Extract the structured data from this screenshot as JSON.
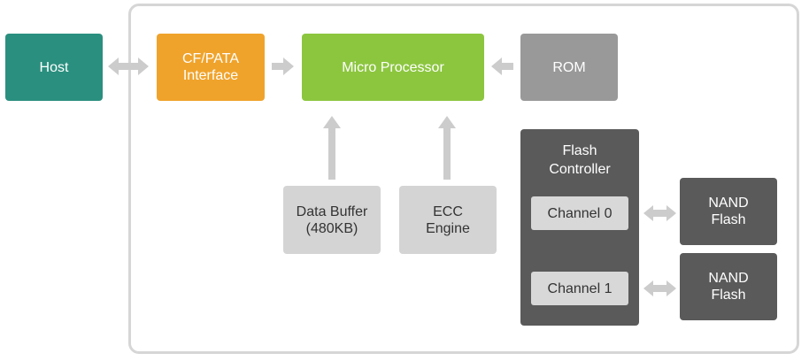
{
  "diagram": {
    "host": "Host",
    "cf_pata": "CF/PATA\nInterface",
    "micro_processor": "Micro Processor",
    "rom": "ROM",
    "data_buffer": "Data Buffer\n(480KB)",
    "ecc_engine": "ECC\nEngine",
    "flash_controller": "Flash\nController",
    "channel_0": "Channel 0",
    "channel_1": "Channel 1",
    "nand_flash_0": "NAND\nFlash",
    "nand_flash_1": "NAND\nFlash"
  },
  "colors": {
    "host": "#2a8f7f",
    "cf_pata": "#f0a32b",
    "micro_processor": "#8cc63f",
    "rom": "#999999",
    "light_block": "#d4d4d4",
    "flash_controller": "#5a5a5a",
    "nand_flash": "#5a5a5a",
    "arrow": "#cccccc",
    "frame": "#d6d6d6"
  }
}
